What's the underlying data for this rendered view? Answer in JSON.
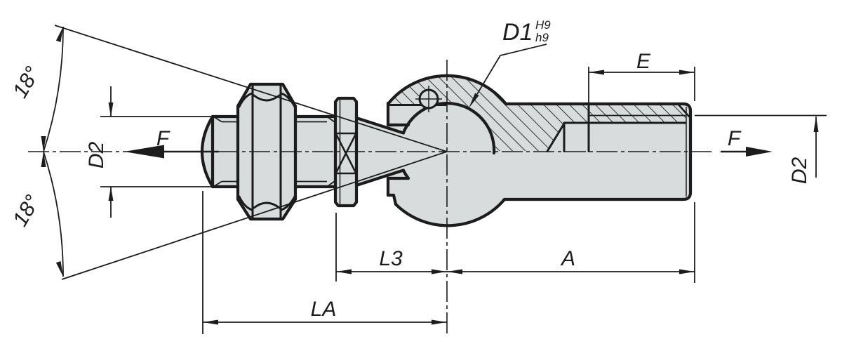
{
  "drawing": {
    "type": "technical-drawing-ball-joint",
    "labels": {
      "angle_top": "18°",
      "angle_bottom": "18°",
      "d2_left": "D2",
      "f_left": "F",
      "f_right": "F",
      "d2_right": "D2",
      "d1": "D1",
      "d1_tol_upper": "H9",
      "d1_tol_lower": "h9",
      "e": "E",
      "l3": "L3",
      "a": "A",
      "la": "LA"
    },
    "colors": {
      "line": "#1c1c1c",
      "fill": "#d9dcdc",
      "background": "#ffffff"
    }
  }
}
